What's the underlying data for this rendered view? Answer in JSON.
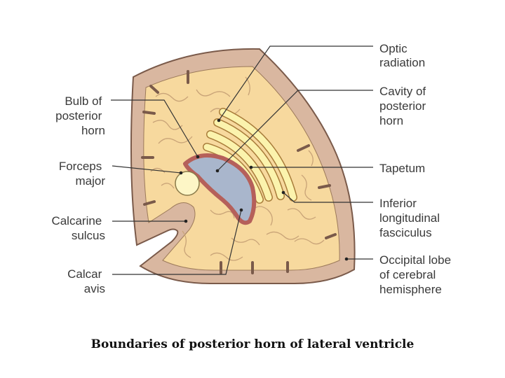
{
  "labels": {
    "optic_radiation": [
      "Optic",
      "radiation"
    ],
    "cavity": [
      "Cavity of",
      "posterior",
      "horn"
    ],
    "tapetum": [
      "Tapetum"
    ],
    "inferior_longitudinal": [
      "Inferior",
      "longitudinal",
      "fasciculus"
    ],
    "occipital_lobe": [
      "Occipital lobe",
      "of cerebral",
      "hemisphere"
    ],
    "bulb": [
      "Bulb of",
      "posterior",
      "horn"
    ],
    "forceps_major": [
      "Forceps",
      "major"
    ],
    "calcarine_sulcus": [
      "Calcarine",
      "sulcus"
    ],
    "calcar_avis": [
      "Calcar",
      "avis"
    ]
  },
  "caption": "Boundaries of posterior horn of lateral ventricle",
  "colors": {
    "outer_rim": "#d9b7a0",
    "white_matter": "#f7d99e",
    "tracts": "#fbf3ad",
    "cavity": "#a9b6cc",
    "cavity_border": "#b5605a",
    "forceps": "#fdf6c6",
    "leader": "#333333"
  }
}
